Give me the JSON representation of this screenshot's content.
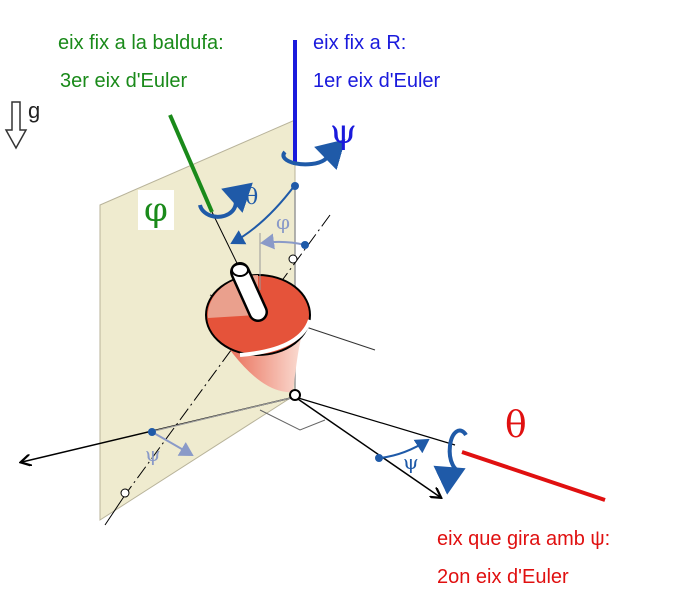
{
  "labels": {
    "body_axis_title": "eix fix a la baldufa:",
    "body_axis_sub": "3er eix d'Euler",
    "fixed_axis_title": "eix fix a R:",
    "fixed_axis_sub": "1er eix d'Euler",
    "node_axis_title": "eix que gira amb ψ:",
    "node_axis_sub": "2on eix d'Euler",
    "gravity": "g"
  },
  "symbols": {
    "psi_main": "ψ",
    "phi_main": "φ",
    "theta_main": "θ",
    "theta_small": "θ",
    "phi_small": "φ",
    "psi_left": "ψ",
    "psi_right": "ψ"
  },
  "colors": {
    "body_axis": "#1a8a1a",
    "fixed_axis": "#1a1adc",
    "node_axis": "#e01010",
    "rotation_arrows": "#1f5aa8",
    "plane": "#efebcf",
    "top_body": "#e5533a"
  }
}
